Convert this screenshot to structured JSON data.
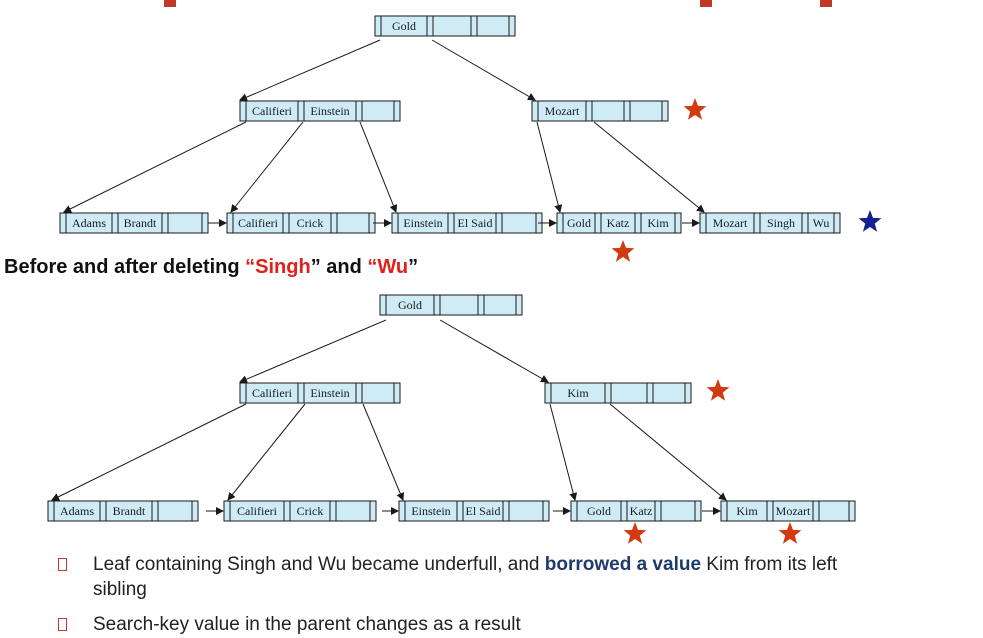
{
  "colors": {
    "cell_fill": "#cfecf6",
    "star_red": "#d23a12",
    "star_blue": "#15218f",
    "highlight_red": "#e0201b",
    "emphasis_blue": "#1f3a6d"
  },
  "caption": {
    "before": "Before and after deleting ",
    "open_quote_1": "“",
    "key1": "Singh",
    "close_quote_1": "”",
    "middle": " and ",
    "open_quote_2": "“",
    "key2": "Wu",
    "close_quote_2": "”"
  },
  "trees": {
    "before": {
      "root": [
        "Gold"
      ],
      "internal": [
        [
          "Califieri",
          "Einstein"
        ],
        [
          "Mozart"
        ]
      ],
      "leaves": [
        [
          "Adams",
          "Brandt"
        ],
        [
          "Califieri",
          "Crick"
        ],
        [
          "Einstein",
          "El Said"
        ],
        [
          "Gold",
          "Katz",
          "Kim"
        ],
        [
          "Mozart",
          "Singh",
          "Wu"
        ]
      ],
      "starred_nodes": [
        "internal-node-mozart",
        "leaf-gold-katz-kim"
      ],
      "blue_star_node": "leaf-mozart-singh-wu"
    },
    "after": {
      "root": [
        "Gold"
      ],
      "internal": [
        [
          "Califieri",
          "Einstein"
        ],
        [
          "Kim"
        ]
      ],
      "leaves": [
        [
          "Adams",
          "Brandt"
        ],
        [
          "Califieri",
          "Crick"
        ],
        [
          "Einstein",
          "El Said"
        ],
        [
          "Gold",
          "Katz"
        ],
        [
          "Kim",
          "Mozart"
        ]
      ],
      "starred_nodes": [
        "internal-node-kim",
        "leaf-gold-katz",
        "leaf-kim-mozart"
      ]
    }
  },
  "bullets": [
    {
      "text_before": "Leaf containing Singh and Wu became underfull, and ",
      "emphasis": "borrowed a value",
      "text_after": " Kim from its left sibling"
    },
    {
      "text_before": "Search-key value in the parent changes as a result"
    }
  ]
}
